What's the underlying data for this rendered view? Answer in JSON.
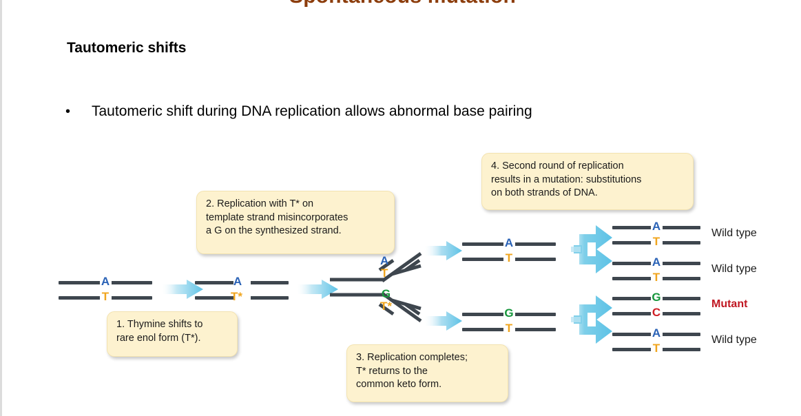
{
  "slide": {
    "title": "Spontaneous mutation",
    "title_color": "#8c3d0c",
    "subheading": "Tautomeric shifts",
    "bullet_marker": "•",
    "bullet_text": "Tautomeric shift during DNA replication allows abnormal base pairing"
  },
  "callouts": [
    {
      "id": "1",
      "text": "1. Thymine shifts to\nrare enol form (T*)."
    },
    {
      "id": "2",
      "text": "2. Replication with T* on\ntemplate strand misincorporates\na G on the synthesized strand."
    },
    {
      "id": "3",
      "text": "3. Replication completes;\nT* returns to the\ncommon keto form."
    },
    {
      "id": "4",
      "text": "4. Second round of replication\nresults in a mutation: substitutions\non both strands of DNA."
    }
  ],
  "diagram": {
    "stage1": {
      "name": "original-duplex",
      "top_base": "A",
      "bottom_base": "T"
    },
    "stage2": {
      "name": "tautomer-duplex",
      "top_base": "A",
      "bottom_base": "T*"
    },
    "fork": {
      "name": "replication-fork",
      "upper_branch": {
        "top_base": "A",
        "bottom_base": "T"
      },
      "lower_branch": {
        "top_base": "G",
        "bottom_base": "T*"
      }
    },
    "round1": [
      {
        "name": "round1-upper",
        "top_base": "A",
        "bottom_base": "T"
      },
      {
        "name": "round1-lower",
        "top_base": "G",
        "bottom_base": "T"
      }
    ],
    "round2": [
      {
        "name": "round2-1",
        "top_base": "A",
        "bottom_base": "T",
        "label": "Wild type",
        "mutant": false
      },
      {
        "name": "round2-2",
        "top_base": "A",
        "bottom_base": "T",
        "label": "Wild type",
        "mutant": false
      },
      {
        "name": "round2-3",
        "top_base": "G",
        "bottom_base": "C",
        "label": "Mutant",
        "mutant": true
      },
      {
        "name": "round2-4",
        "top_base": "A",
        "bottom_base": "T",
        "label": "Wild type",
        "mutant": false
      }
    ],
    "colors": {
      "adenine": "#2a62b6",
      "thymine": "#f0a51e",
      "guanine": "#16963c",
      "cytosine": "#cf1f25",
      "strand": "#3e464e",
      "arrow": "#62c6e8",
      "callout_fill": "#fdf2cf",
      "mutant_label": "#c01722"
    }
  }
}
